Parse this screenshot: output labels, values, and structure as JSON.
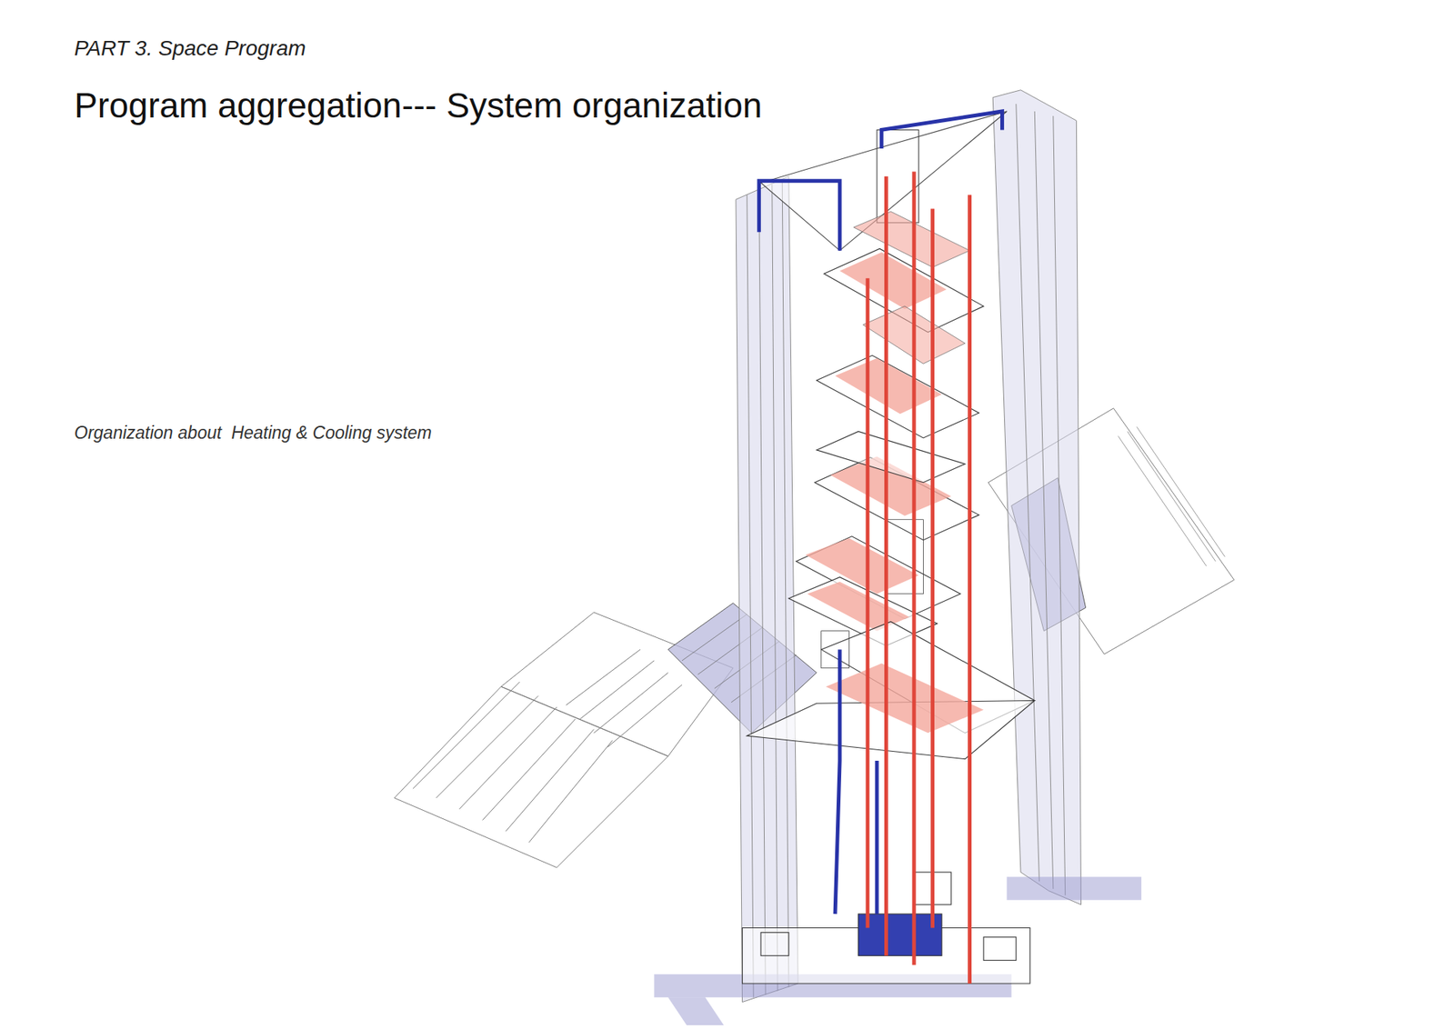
{
  "diagram": {
    "title": "Program aggregation--- System organization",
    "labels": [
      "PART 3. Space Program",
      "Organization about  Heating & Cooling system"
    ]
  }
}
